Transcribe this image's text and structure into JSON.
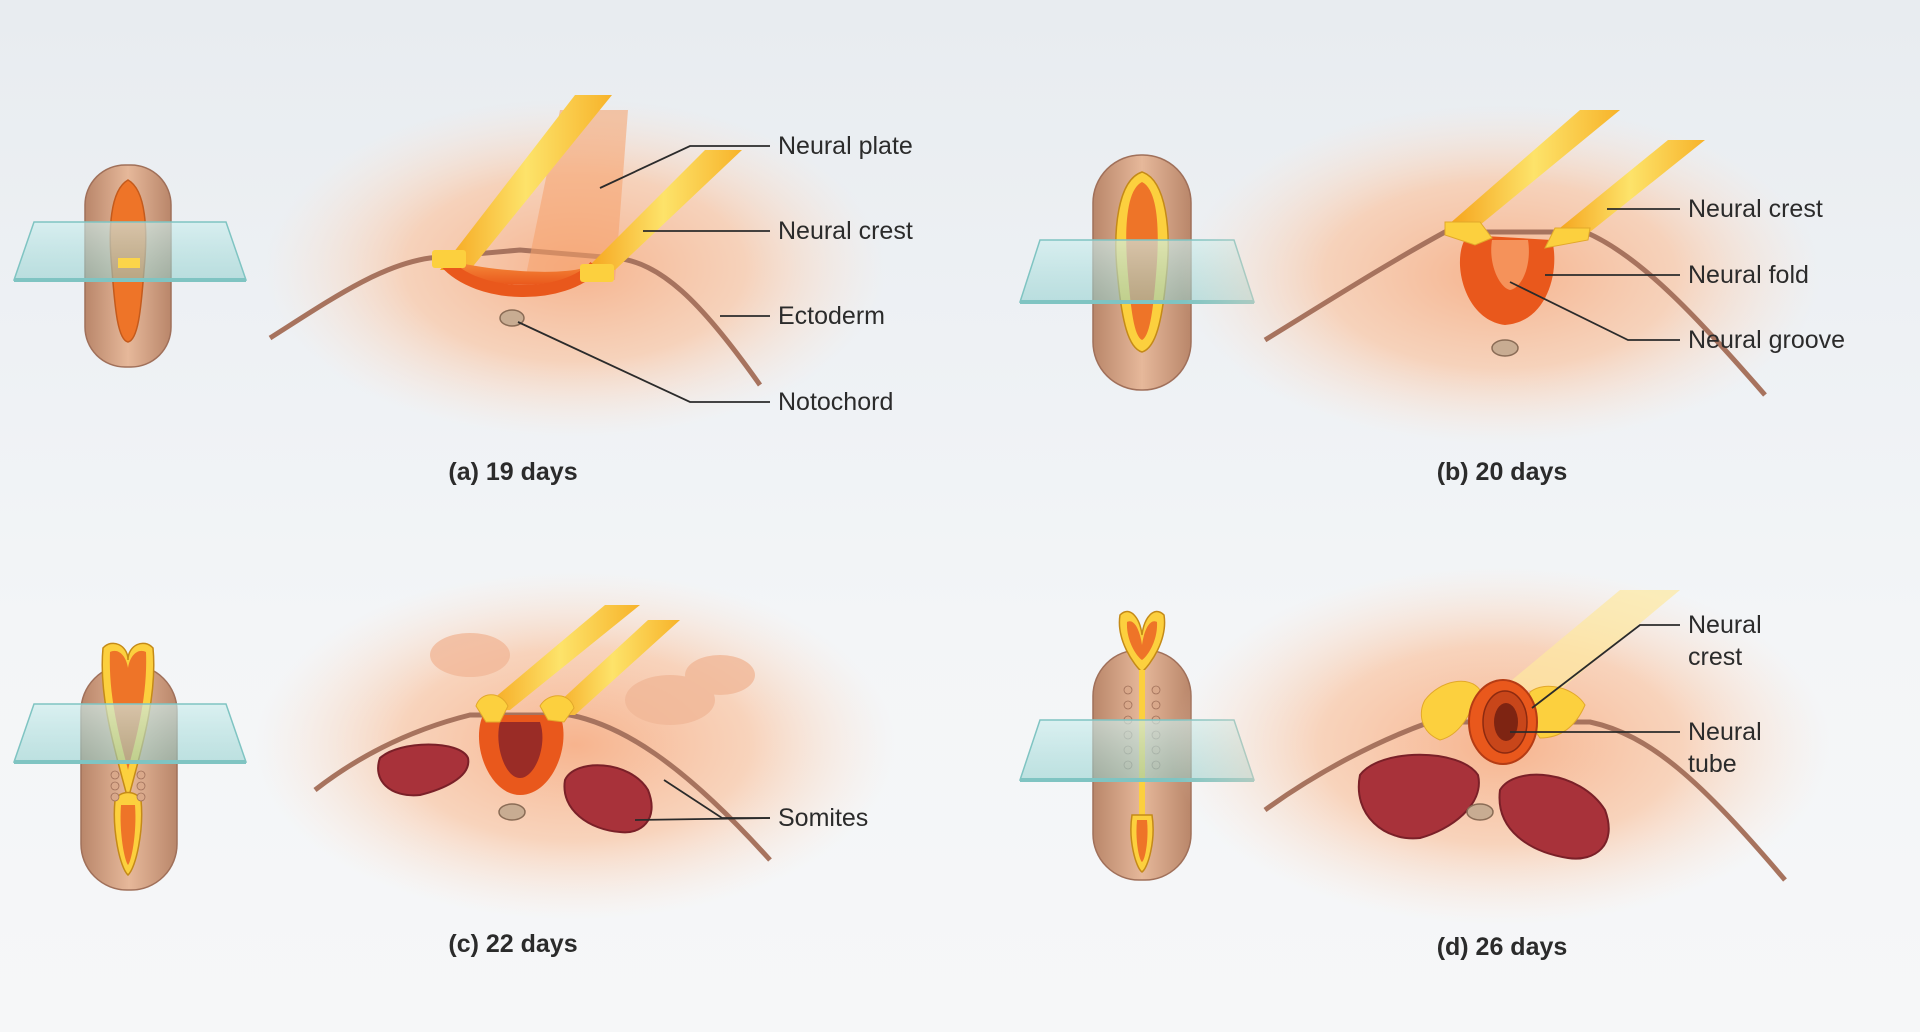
{
  "colors": {
    "ectoderm": "#f6c6a6",
    "neural_plate": "#ee6a1e",
    "neural_crest": "#fcd03e",
    "somite": "#a8323a",
    "notochord": "#c8ac92",
    "glass": "#9fd8d6"
  },
  "panels": [
    {
      "caption": "(a) 19 days",
      "labels": {
        "neural_plate": "Neural plate",
        "neural_crest": "Neural crest",
        "ectoderm": "Ectoderm",
        "notochord": "Notochord"
      }
    },
    {
      "caption": "(b) 20 days",
      "labels": {
        "neural_crest": "Neural crest",
        "neural_fold": "Neural fold",
        "neural_groove": "Neural groove"
      }
    },
    {
      "caption": "(c) 22 days",
      "labels": {
        "somites": "Somites"
      }
    },
    {
      "caption": "(d) 26 days",
      "labels": {
        "neural_crest_l1": "Neural",
        "neural_crest_l2": "crest",
        "neural_tube_l1": "Neural",
        "neural_tube_l2": "tube"
      }
    }
  ]
}
